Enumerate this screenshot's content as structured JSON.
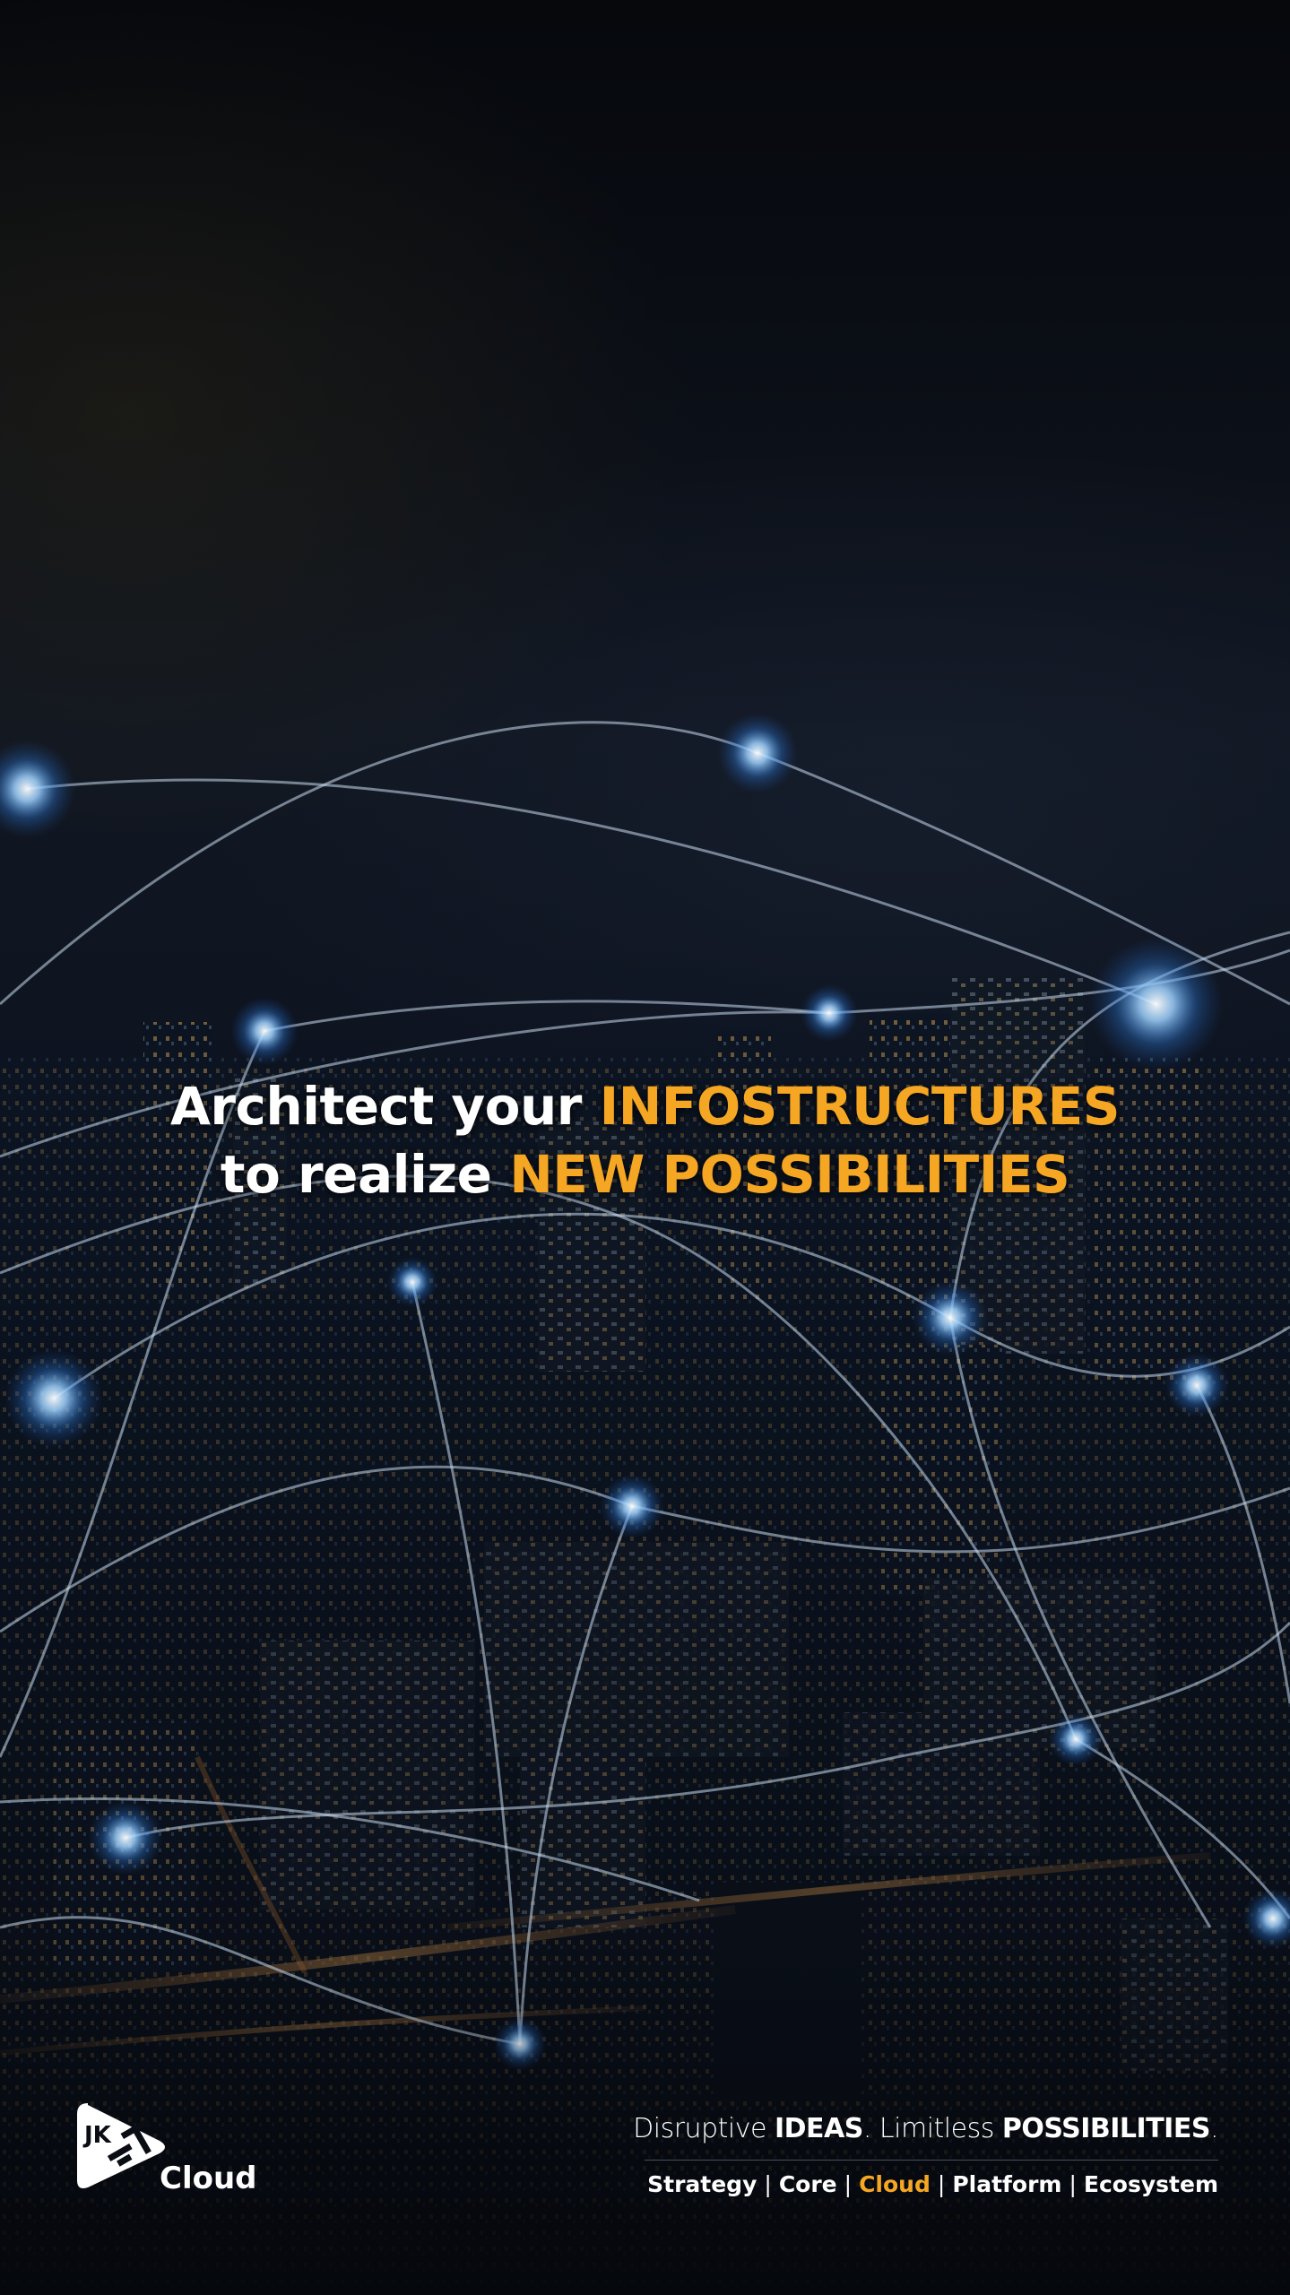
{
  "headline": {
    "line1_white": "Architect your",
    "line1_accent": "INFOSTRUCTURES",
    "line2_white": "to realize",
    "line2_accent": "NEW POSSIBILITIES"
  },
  "tagline": {
    "part1": "Disruptive",
    "part2": "IDEAS",
    "part3": ". Limitless",
    "part4": "POSSIBILITIES",
    "part5": "."
  },
  "offerings": {
    "items": [
      "Strategy",
      "Core",
      "Cloud",
      "Platform",
      "Ecosystem"
    ],
    "separator": "|",
    "highlighted": "Cloud"
  },
  "logo": {
    "letters": "JKT",
    "name": "Cloud",
    "icon": "jkt-play-badge-icon"
  },
  "colors": {
    "accent": "#f5a623",
    "text": "#ffffff",
    "background": "#05070c",
    "network_node": "#6fb8ff"
  },
  "background": {
    "scene": "night-city-skyline-with-network-lines"
  }
}
